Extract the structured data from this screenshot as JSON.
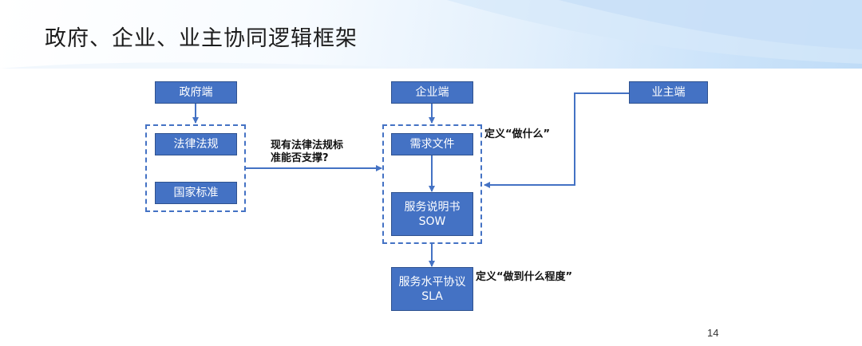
{
  "title": "政府、企业、业主协同逻辑框架",
  "page_number": "14",
  "nodes": {
    "gov": "政府端",
    "law": "法律法规",
    "std": "国家标准",
    "ent": "企业端",
    "req": "需求文件",
    "sow_line1": "服务说明书",
    "sow_line2": "SOW",
    "owner": "业主端",
    "sla_line1": "服务水平协议",
    "sla_line2": "SLA"
  },
  "notes": {
    "support_line1": "现有法律法规标",
    "support_line2": "准能否支撑?",
    "define_what": "定义“做什么”",
    "define_degree": "定义“做到什么程度”"
  },
  "colors": {
    "node_fill": "#4472c4",
    "node_text": "#ffffff",
    "line": "#4472c4"
  }
}
